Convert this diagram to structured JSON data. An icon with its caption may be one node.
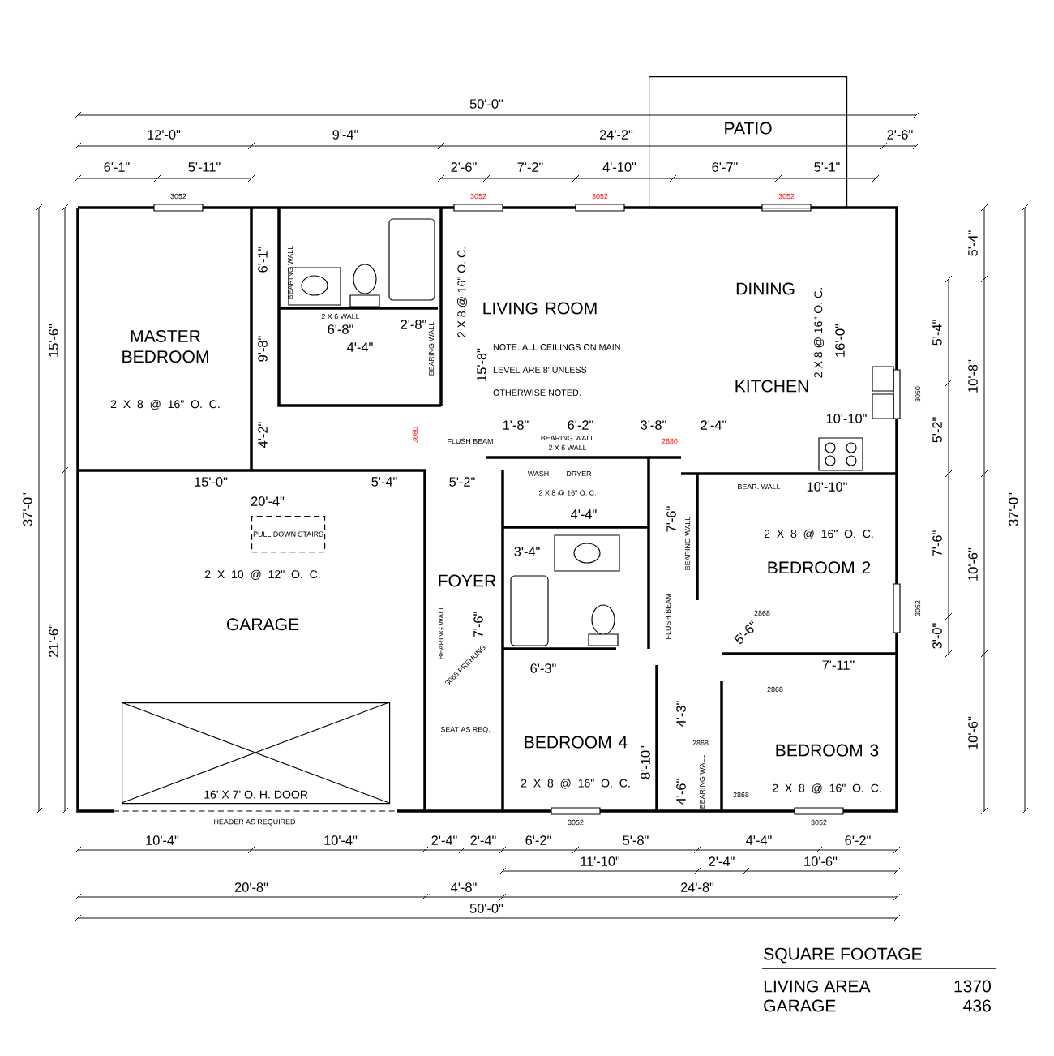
{
  "diagram": {
    "nodes": [
      {
        "text": [
          "PATIO"
        ]
      },
      {
        "text": [
          "MASTER BEDROOM",
          "2 X 8 @ 16\" O. C."
        ]
      },
      {
        "text": [
          "LIVING ROOM"
        ]
      },
      {
        "text": [
          "DINING"
        ]
      },
      {
        "text": [
          "KITCHEN"
        ]
      },
      {
        "text": [
          "2 X 10 @ 12\" O. C.",
          "GARAGE"
        ]
      },
      {
        "text": [
          "FOYER"
        ]
      },
      {
        "text": [
          "2 X 8 @ 16\" O. C.",
          "BEDROOM 2"
        ]
      },
      {
        "text": [
          "BEDROOM 4",
          "2 X 8 @ 16\" O. C."
        ]
      },
      {
        "text": [
          "BEDROOM 3",
          "2 X 8 @ 16\" O. C."
        ]
      },
      {
        "text": [
          "16' X 7' O. H. DOOR"
        ]
      },
      {
        "text": [
          "PULL DOWN STAIRS"
        ]
      }
    ],
    "labels": [
      "50'-0\"",
      "12'-0\"",
      "9'-4\"",
      "24'-2\"",
      "2'-6\"",
      "6'-1\"",
      "5'-11\"",
      "2'-6\"",
      "7'-2\"",
      "4'-10\"",
      "6'-7\"",
      "5'-1\"",
      "3052",
      "3052",
      "3052",
      "3052",
      "15'-6\"",
      "37'-0\"",
      "21'-6\"",
      "37'-0\"",
      "5'-4\"",
      "5'-4\"",
      "10'-8\"",
      "5'-2\"",
      "7'-6\"",
      "10'-6\"",
      "3'-0\"",
      "10'-6\"",
      "3050",
      "3052",
      "2 X 8 @ 16\" O. C.",
      "15'-8\"",
      "NOTE: ALL CEILINGS ON MAIN LEVEL ARE 8' UNLESS OTHERWISE NOTED.",
      "2 X 8 @ 16\" O. C.",
      "16'-0\"",
      "6'-1\"",
      "9'-8\"",
      "4'-2\"",
      "2 X 6 WALL",
      "6'-8\"",
      "2'-8\"",
      "4'-4\"",
      "BEARING WALL",
      "BEARING WALL",
      "15'-0\"",
      "5'-4\"",
      "20'-4\"",
      "5'-2\"",
      "3080",
      "FLUSH BEAM",
      "1'-8\"",
      "6'-2\"",
      "3'-8\"",
      "2'-4\"",
      "10'-10\"",
      "2880",
      "BEARING WALL",
      "2 X 6 WALL",
      "WASH",
      "DRYER",
      "2 X 8 @ 16\" O. C.",
      "4'-4\"",
      "3'-4\"",
      "BEAR. WALL",
      "10'-10\"",
      "7'-6\"",
      "BEARING WALL",
      "FLUSH BEAM",
      "2868",
      "5'-6\"",
      "7'-11\"",
      "2868",
      "6'-3\"",
      "2868",
      "4'-3\"",
      "8'-10\"",
      "4'-6\"",
      "BEARING WALL",
      "2868",
      "BEARING WALL",
      "7'-6\"",
      "3068 PREHUNG",
      "SEAT AS REQ.",
      "HEADER AS REQUIRED",
      "3052",
      "3052",
      "10'-4\"",
      "10'-4\"",
      "2'-4\"",
      "2'-4\"",
      "6'-2\"",
      "5'-8\"",
      "4'-4\"",
      "6'-2\"",
      "11'-10\"",
      "2'-4\"",
      "10'-6\"",
      "20'-8\"",
      "4'-8\"",
      "24'-8\"",
      "50'-0\"",
      "SQUARE FOOTAGE",
      "LIVING AREA",
      "1370",
      "GARAGE",
      "436"
    ]
  }
}
